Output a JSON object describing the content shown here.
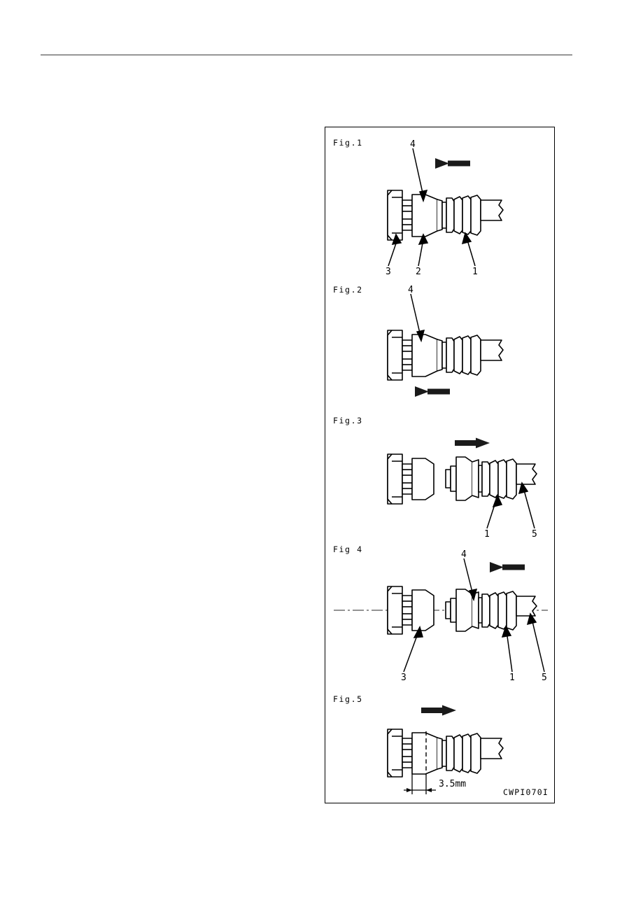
{
  "document": {
    "page_background": "#ffffff",
    "header_rule_color": "#3a3a3a",
    "line_color": "#000000"
  },
  "figure_panel": {
    "drawing_code": "CWPI070I",
    "border_color": "#000000",
    "figures": [
      {
        "id": "fig-1",
        "label": "Fig.1",
        "state": "assembled",
        "arrow_direction": "left",
        "callouts": [
          {
            "number": "4",
            "target": "coupling-body-top"
          },
          {
            "number": "3",
            "target": "hex-nut"
          },
          {
            "number": "2",
            "target": "coupling-body-bottom"
          },
          {
            "number": "1",
            "target": "bellows-sleeve"
          }
        ]
      },
      {
        "id": "fig-2",
        "label": "Fig.2",
        "state": "assembled",
        "arrow_direction": "left",
        "callouts": [
          {
            "number": "4",
            "target": "coupling-body-top"
          }
        ]
      },
      {
        "id": "fig-3",
        "label": "Fig.3",
        "state": "separated",
        "arrow_direction": "right",
        "callouts": [
          {
            "number": "1",
            "target": "bellows-sleeve"
          },
          {
            "number": "5",
            "target": "hose"
          }
        ]
      },
      {
        "id": "fig-4",
        "label": "Fig 4",
        "state": "separated-aligned",
        "arrow_direction": "left",
        "center_line": true,
        "callouts": [
          {
            "number": "4",
            "target": "coupling-body-top"
          },
          {
            "number": "3",
            "target": "male-nipple"
          },
          {
            "number": "1",
            "target": "bellows-sleeve"
          },
          {
            "number": "5",
            "target": "hose"
          }
        ]
      },
      {
        "id": "fig-5",
        "label": "Fig.5",
        "state": "assembled-dimensioned",
        "arrow_direction": "right",
        "dimension": {
          "value": "3.5mm",
          "type": "linear-inset"
        },
        "callouts": []
      }
    ]
  }
}
